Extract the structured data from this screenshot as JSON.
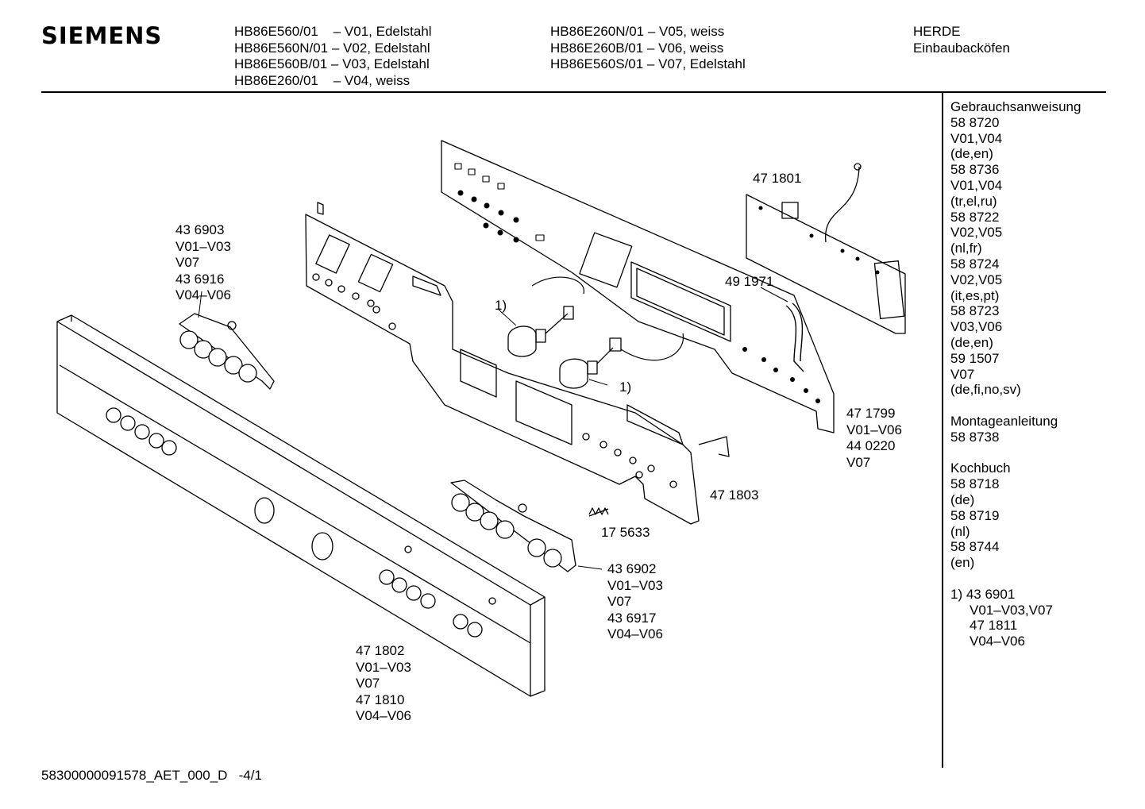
{
  "brand": "SIEMENS",
  "models_left": [
    "HB86E560/01    – V01, Edelstahl",
    "HB86E560N/01 – V02, Edelstahl",
    "HB86E560B/01 – V03, Edelstahl",
    "HB86E260/01    – V04, weiss"
  ],
  "models_right": [
    "HB86E260N/01 – V05, weiss",
    "HB86E260B/01 – V06, weiss",
    "HB86E560S/01 – V07, Edelstahl"
  ],
  "category": [
    "HERDE",
    "Einbaubacköfen"
  ],
  "sidebar": {
    "gebrauch": [
      "Gebrauchsanweisung",
      "58 8720",
      "V01,V04",
      "(de,en)",
      "58 8736",
      "V01,V04",
      "(tr,el,ru)",
      "58 8722",
      "V02,V05",
      "(nl,fr)",
      "58 8724",
      "V02,V05",
      "(it,es,pt)",
      "58 8723",
      "V03,V06",
      "(de,en)",
      "59 1507",
      "V07",
      "(de,fi,no,sv)"
    ],
    "montage": [
      "Montageanleitung",
      "58 8738"
    ],
    "koch": [
      "Kochbuch",
      "58 8718",
      "(de)",
      "58 8719",
      "(nl)",
      "58 8744",
      "(en)"
    ],
    "note_head": "1)  43 6901",
    "note_lines": [
      "V01–V03,V07",
      "47 1811",
      "V04–V06"
    ]
  },
  "parts": {
    "p436903": [
      "43 6903",
      "V01–V03",
      "V07",
      "43 6916",
      "V04–V06"
    ],
    "p471801": [
      "47 1801"
    ],
    "p491971": [
      "49 1971"
    ],
    "ref1a": [
      "1)"
    ],
    "ref1b": [
      "1)"
    ],
    "p471799": [
      "47 1799",
      "V01–V06",
      "44 0220",
      "V07"
    ],
    "p471803": [
      "47 1803"
    ],
    "p175633": [
      "17 5633"
    ],
    "p436902": [
      "43 6902",
      "V01–V03",
      "V07",
      "43 6917",
      "V04–V06"
    ],
    "p471802": [
      "47 1802",
      "V01–V03",
      "V07",
      "47 1810",
      "V04–V06"
    ]
  },
  "footer": "58300000091578_AET_000_D   -4/1"
}
